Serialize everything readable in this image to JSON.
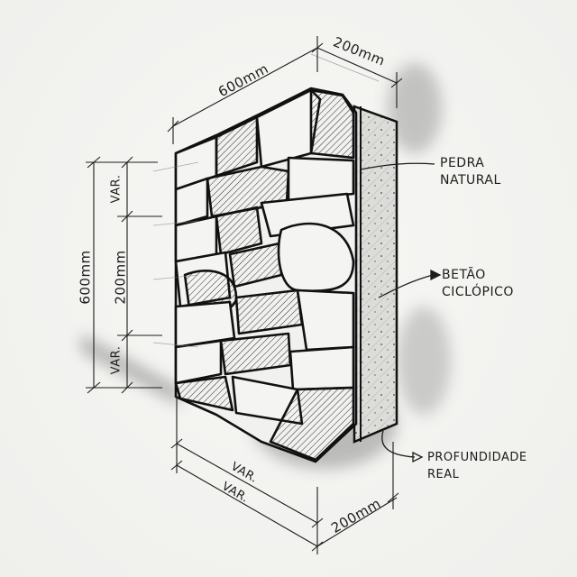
{
  "drawing": {
    "title": "Stone wall section sketch",
    "colors": {
      "paper": "#f3f3f1",
      "ink": "#1c1c1c",
      "graphite": "#8a8a8a",
      "concrete": "#d9d9d6"
    }
  },
  "dimensions": {
    "top_width": "600mm",
    "top_depth": "200mm",
    "overall_height": "600mm",
    "course_top": "VAR.",
    "course_middle": "200mm",
    "course_bottom": "VAR.",
    "bottom_front_1": "VAR.",
    "bottom_front_2": "VAR.",
    "bottom_depth": "200mm"
  },
  "callouts": [
    {
      "id": "natural-stone",
      "line1": "PEDRA",
      "line2": "NATURAL"
    },
    {
      "id": "cyclopean-concrete",
      "line1": "BETÃO",
      "line2": "CICLÓPICO"
    },
    {
      "id": "real-depth",
      "line1": "PROFUNDIDADE",
      "line2": "REAL"
    }
  ]
}
